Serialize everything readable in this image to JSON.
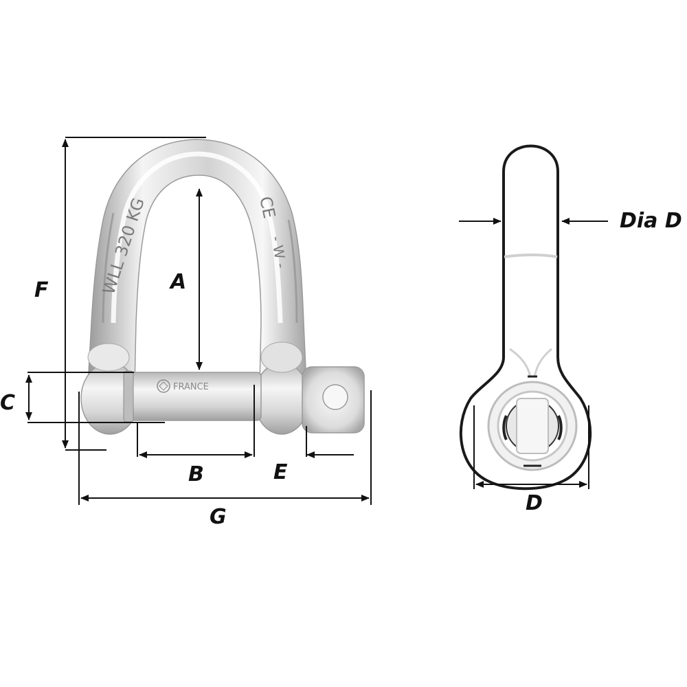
{
  "labels": {
    "a": "A",
    "b": "B",
    "c": "C",
    "d": "D",
    "dia_d": "Dia D",
    "e": "E",
    "f": "F",
    "g": "G"
  },
  "engraving": {
    "wll": "WLL 320 KG",
    "ce": "CE",
    "pin_brand": "FRANCE"
  },
  "colors": {
    "line": "#111111",
    "metal_light": "#f2f2f2",
    "metal_mid": "#c9c9c9",
    "metal_dark": "#8e8e8e",
    "outline": "#1a1a1a"
  },
  "icons": {
    "pin_logo": "brand-logo-icon"
  }
}
